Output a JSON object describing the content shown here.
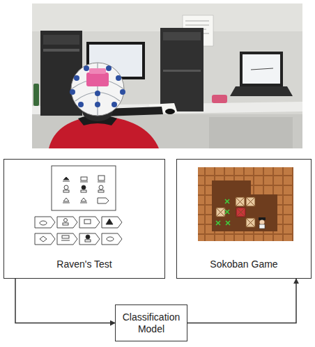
{
  "diagram": {
    "nodes": [
      {
        "text": [
          "Raven's Test"
        ]
      },
      {
        "text": [
          "Sokoban Game"
        ]
      },
      {
        "text": [
          "Classification Model"
        ]
      }
    ],
    "edges": [
      {
        "from": 0,
        "to": 2,
        "arrow": "to"
      },
      {
        "from": 2,
        "to": 1,
        "arrow": "to"
      }
    ]
  }
}
